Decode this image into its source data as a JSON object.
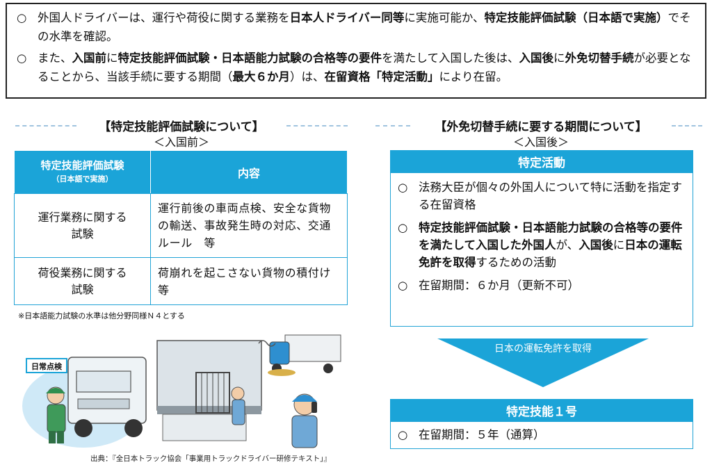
{
  "top": {
    "p1": {
      "bullet": "○",
      "t1": "外国人ドライバーは、運行や荷役に関する業務を",
      "t2": "日本人ドライバー同等",
      "t3": "に実施可能か、",
      "t4": "特定技能評価試験（日本語で実施）",
      "t5": "でその水準を確認。"
    },
    "p2": {
      "bullet": "○",
      "t1": "また、",
      "t2": "入国前",
      "t3": "に",
      "t4": "特定技能評価試験・日本語能力試験の合格等の要件",
      "t5": "を満たして入国した後は、",
      "t6": "入国後",
      "t7": "に",
      "t8": "外免切替手続",
      "t9": "が必要となることから、当該手続に要する期間（",
      "t10": "最大６か月",
      "t11": "）は、",
      "t12": "在留資格「特定活動」",
      "t13": "により在留。"
    }
  },
  "left": {
    "title": "【特定技能評価試験について】",
    "subtitle": "＜入国前＞",
    "table": {
      "header1": "特定技能評価試験",
      "header1_sub": "（日本語で実施）",
      "header2": "内容",
      "rows": [
        {
          "k1": "運行業務に関する",
          "k2": "試験",
          "v": "運行前後の車両点検、安全な貨物の輸送、事故発生時の対応、交通ルール　等"
        },
        {
          "k1": "荷役業務に関する",
          "k2": "試験",
          "v": "荷崩れを起こさない貨物の積付け　等"
        }
      ]
    },
    "note": "※日本語能力試験の水準は他分野同様Ｎ４とする",
    "illus_label": "日常点検",
    "source": "出典：『全日本トラック協会「事業用トラックドライバー研修テキスト」』"
  },
  "right": {
    "title": "【外免切替手続に要する期間について】",
    "subtitle": "＜入国後＞",
    "box1": {
      "header": "特定活動",
      "l1_bullet": "○",
      "l1": "法務大臣が個々の外国人について特に活動を指定する在留資格",
      "l2_bullet": "○",
      "l2a": "特定技能評価試験・日本語能力試験の合格等の要件を満たして入国した外国人",
      "l2b": "が、",
      "l2c": "入国後",
      "l2d": "に",
      "l2e": "日本の運転免許を取得",
      "l2f": "するための活動",
      "l3_bullet": "○",
      "l3": "在留期間：６か月（更新不可）"
    },
    "arrow_label": "日本の運転免許を取得",
    "box2": {
      "header": "特定技能１号",
      "l1_bullet": "○",
      "l1": "在留期間：５年（通算）"
    }
  },
  "colors": {
    "accent": "#1ba4d8",
    "border": "#21a3d6",
    "dash": "#9fc3df"
  }
}
